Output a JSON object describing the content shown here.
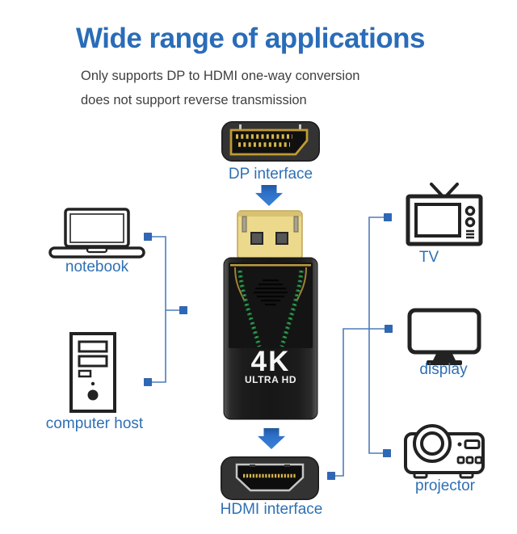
{
  "header": {
    "title": "Wide range of applications",
    "subtitle_line1": "Only supports DP to HDMI one-way conversion",
    "subtitle_line2": "does not support reverse transmission"
  },
  "adapter": {
    "badge_line1": "4K",
    "badge_line2": "ULTRA HD",
    "top_port_label": "DP interface",
    "bottom_port_label": "HDMI interface"
  },
  "devices": {
    "sources": [
      {
        "id": "notebook",
        "label": "notebook",
        "icon": "laptop-icon"
      },
      {
        "id": "computer-host",
        "label": "computer host",
        "icon": "tower-pc-icon"
      }
    ],
    "outputs": [
      {
        "id": "tv",
        "label": "TV",
        "icon": "tv-icon"
      },
      {
        "id": "display",
        "label": "display",
        "icon": "monitor-icon"
      },
      {
        "id": "projector",
        "label": "projector",
        "icon": "projector-icon"
      }
    ]
  },
  "icons": {
    "flow_arrow": "down-arrow-icon",
    "connector_node": "blue-square-node"
  },
  "colors": {
    "title_blue": "#2a6cb8",
    "label_blue": "#2f70b4",
    "subtitle_gray": "#404040",
    "line_blue": "#4d7db9",
    "node_blue": "#2c68ba",
    "arrow_blue": "#2d6fc7",
    "plug_gold": "#ecd98b",
    "pin_gold": "#d8b84a",
    "pcb_green": "#1e7c39",
    "device_ink": "#222222",
    "adapter_black": "#191919",
    "background": "#ffffff"
  }
}
